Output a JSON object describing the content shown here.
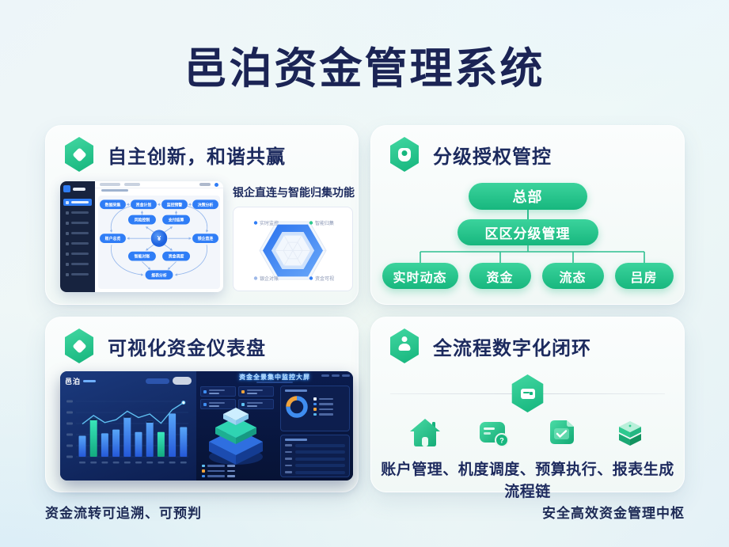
{
  "page": {
    "title": "邑泊资金管理系统",
    "footer_left": "资金流转可追溯、可预判",
    "footer_right": "安全高效资金管理中枢",
    "colors": {
      "accent_green": "#2ec98f",
      "navy": "#1c2a5e",
      "flow_blue": "#2f7df6",
      "screen_bg": "#0b1c4e"
    }
  },
  "card_innovation": {
    "title": "自主创新，和谐共赢",
    "caption": "银企直连与智能归集功能",
    "flow_nodes": {
      "top": [
        "数据采集",
        "资金计划",
        "监控预警",
        "决策分析"
      ],
      "upper_left": "风险控制",
      "upper_right": "支付结算",
      "mid_left": "账户总览",
      "mid_right": "银企直连",
      "lower_left": "智能对账",
      "lower_right": "资金调度",
      "bottom": "报表分析",
      "center": "¥"
    },
    "radar_labels": {
      "tl": "实时监控",
      "tr": "智能归集",
      "bl": "银企对账",
      "br": "资金可视"
    }
  },
  "card_auth": {
    "title": "分级授权管控",
    "root": "总部",
    "branch": "区区分级管理",
    "children": [
      "实时动态",
      "资金",
      "流态",
      "吕房"
    ]
  },
  "card_dashboard": {
    "title": "可视化资金仪表盘",
    "screen": {
      "logo": "邑泊",
      "big_title": "资金全景集中监控大屏",
      "bars": [
        34,
        62,
        38,
        44,
        66,
        40,
        58,
        40,
        70,
        48
      ],
      "teal_bars": [
        1,
        7
      ],
      "capped_bars": [
        1,
        4,
        6
      ],
      "line": [
        46,
        58,
        48,
        52,
        64,
        55,
        60,
        47,
        66,
        76
      ],
      "donut_segments": [
        {
          "color": "#3f8df0",
          "value": 75
        },
        {
          "color": "#f0a33c",
          "value": 25
        }
      ],
      "donut_legend_colors": [
        "#e8f1ff",
        "#3f8df0",
        "#f0a33c",
        "#58b7f0"
      ],
      "stat_dot_colors": [
        "#3f8df0",
        "#f0a33c",
        "#3f8df0",
        "#5fc0f2"
      ],
      "bottom_legend_colors": [
        "#5fc0f2",
        "#f0a33c",
        "#3f8df0"
      ],
      "progress": [
        85,
        60,
        72,
        38,
        55
      ]
    }
  },
  "card_loop": {
    "title": "全流程数字化闭环",
    "caption_line1": "账户管理、机度调度、预算执行、报表生成",
    "caption_line2": "流程链",
    "icons": [
      "home-icon",
      "schedule-icon",
      "budget-icon",
      "report-icon"
    ]
  }
}
